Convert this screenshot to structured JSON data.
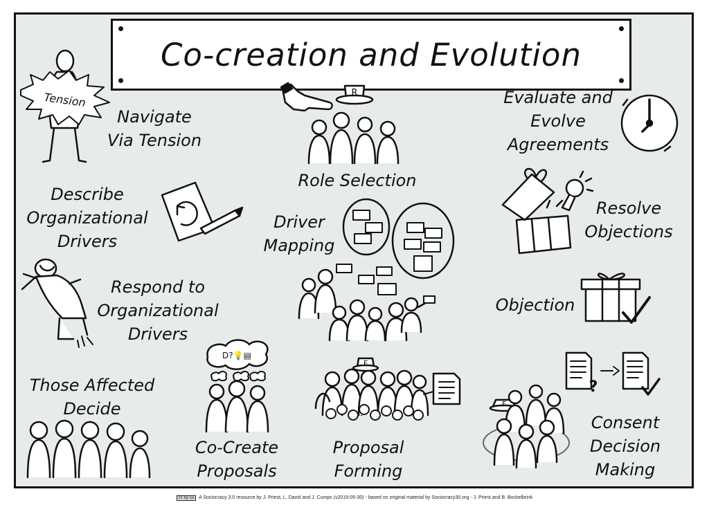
{
  "title": "Co-creation and Evolution",
  "patterns": {
    "navigate_via_tension": "Navigate\nVia Tension",
    "tension_tag": "Tension",
    "role_selection": "Role Selection",
    "role_hat_letter": "R",
    "evaluate_agreements": "Evaluate and\nEvolve\nAgreements",
    "describe_drivers": "Describe\nOrganizational\nDrivers",
    "driver_mapping": "Driver\nMapping",
    "resolve_objections": "Resolve\nObjections",
    "respond_drivers": "Respond to\nOrganizational\nDrivers",
    "objection": "Objection",
    "those_affected_decide": "Those Affected\nDecide",
    "co_create_proposals": "Co-Create\nProposals",
    "proposal_forming": "Proposal\nForming",
    "facilitator_hat_letter": "F",
    "consent_decision_making": "Consent\nDecision\nMaking",
    "consent_question_mark": "?"
  },
  "footer": {
    "license_badge": "cc by-sa",
    "credit": "A Sociocracy 3.0 resource by J. Priest, L. David and J. Cumps (v2019-05-30) - based on original material by Sociocracy30.org - J. Priest and B. Bockelbrink"
  }
}
